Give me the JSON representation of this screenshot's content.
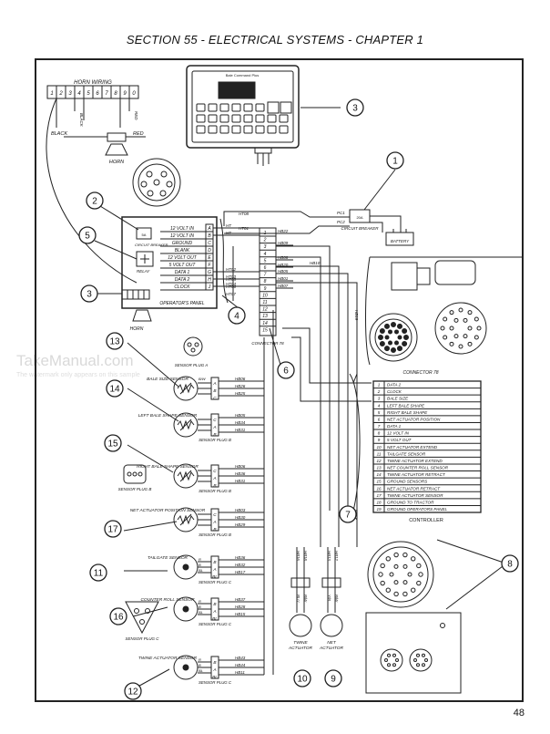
{
  "header": {
    "title": "SECTION 55 - ELECTRICAL SYSTEMS - CHAPTER 1"
  },
  "page_number": "48",
  "watermark": {
    "main": "TakeManual.com",
    "sub": "The watermark only appears on this sample"
  },
  "horn_wiring": {
    "title": "HORN WIRING",
    "cells": [
      "1",
      "2",
      "3",
      "4",
      "5",
      "6",
      "7",
      "8",
      "9",
      "0"
    ],
    "wire_black_top": "BLACK",
    "wire_red_top": "RED",
    "wire_black": "BLACK",
    "wire_red": "RED",
    "horn_label": "HORN"
  },
  "operators_panel": {
    "label": "OPERATOR'S PANEL",
    "breaker": "CIRCUIT BREAKER",
    "breaker_rating": "5A",
    "relay": "RELAY",
    "rows": [
      {
        "label": "12 VOLT IN",
        "pin": "A",
        "wire": "HT"
      },
      {
        "label": "12 VOLT IN",
        "pin": "B",
        "wire": "HT"
      },
      {
        "label": "GROUND",
        "pin": "C",
        "wire": ""
      },
      {
        "label": "BLANK",
        "pin": "D",
        "wire": ""
      },
      {
        "label": "12 VOLT OUT",
        "pin": "E",
        "wire": ""
      },
      {
        "label": "5 VOLT OUT",
        "pin": "F",
        "wire": ""
      },
      {
        "label": "DATA 1",
        "pin": "G",
        "wire": "HT02"
      },
      {
        "label": "DATA 2",
        "pin": "H",
        "wire": "HT03"
      },
      {
        "label": "CLOCK",
        "pin": "J",
        "wire": "HT04"
      }
    ],
    "extra_wires": [
      "HT05",
      "HT06",
      "HT07",
      "HT01",
      "HT08"
    ]
  },
  "circuit_breaker": {
    "label": "CIRCUIT BREAKER",
    "rating": "20A",
    "wires": [
      "PC1",
      "PC2"
    ]
  },
  "battery": {
    "label": "BATTERY"
  },
  "connector_78": {
    "label": "CONNECTOR 78",
    "pins": [
      "1",
      "2",
      "3",
      "4",
      "5",
      "6",
      "7",
      "8",
      "9",
      "10",
      "11",
      "12",
      "13",
      "14",
      "15"
    ],
    "wires": [
      "HB22",
      "HB09",
      "HB08",
      "HB20",
      "HB05",
      "HB01",
      "HB07"
    ],
    "hb10": "HB10",
    "hb19": "HB19",
    "photo_label": "CONNECTOR 78"
  },
  "sensor_plug_a": "SENSOR PLUG A",
  "sensors": [
    {
      "name": "BALE SIZE SENSOR",
      "plug": "",
      "pins": [
        "A",
        "B",
        "C"
      ],
      "wires": [
        "HB06",
        "HB26",
        "HB25"
      ],
      "extra": "B/W"
    },
    {
      "name": "LEFT BALE SHAPE SENSOR",
      "plug": "SENSOR PLUG B",
      "pins": [
        "C",
        "A",
        "B"
      ],
      "wires": [
        "HB05",
        "HB34",
        "HB31"
      ]
    },
    {
      "name": "RIGHT BALE SHAPE SENSOR",
      "plug": "SENSOR PLUG B",
      "pins": [
        "C",
        "A",
        "B"
      ],
      "wires": [
        "HB06",
        "HB36",
        "HB31"
      ]
    },
    {
      "name": "NET ACTUATOR POSITION SENSOR",
      "plug": "SENSOR PLUG B",
      "pins": [
        "C",
        "A",
        "B"
      ],
      "wires": [
        "HB03",
        "HB30",
        "HB29"
      ]
    },
    {
      "name": "TAILGATE SENSOR",
      "plug": "SENSOR PLUG C",
      "pins": [
        "B",
        "A",
        "BL"
      ],
      "wires": [
        "HB36",
        "HB32",
        "HB17"
      ],
      "extra2": [
        "R",
        "B",
        "BL"
      ]
    },
    {
      "name": "COUNTER ROLL SENSOR",
      "plug": "SENSOR PLUG C",
      "pins": [
        "B",
        "A",
        "BL"
      ],
      "wires": [
        "HB37",
        "HB28",
        "HB15"
      ],
      "extra2": [
        "R",
        "B",
        "BL"
      ]
    },
    {
      "name": "TWINE ACTUATOR SENSOR",
      "plug": "SENSOR PLUG C",
      "pins": [
        "B",
        "A",
        "BL"
      ],
      "wires": [
        "HB43",
        "HB44",
        "HB11"
      ],
      "extra2": [
        "R",
        "B",
        "BL"
      ]
    }
  ],
  "sensor_plug_b": "SENSOR PLUG B",
  "sensor_plug_c": "SENSOR PLUG C",
  "controller": {
    "label": "CONTROLLER",
    "rows": [
      {
        "n": "1",
        "t": "DATA 2"
      },
      {
        "n": "2",
        "t": "CLOCK"
      },
      {
        "n": "3",
        "t": "BALE SIZE"
      },
      {
        "n": "4",
        "t": "LEFT BALE SHAPE"
      },
      {
        "n": "5",
        "t": "RIGHT BALE SHAPE"
      },
      {
        "n": "6",
        "t": "NET ACTUATOR POSITION"
      },
      {
        "n": "7",
        "t": "DATA 1"
      },
      {
        "n": "8",
        "t": "12 VOLT IN"
      },
      {
        "n": "9",
        "t": "5 VOLT OUT"
      },
      {
        "n": "10",
        "t": "NET ACTUATOR EXTEND"
      },
      {
        "n": "11",
        "t": "TAILGATE SENSOR"
      },
      {
        "n": "12",
        "t": "TWINE ACTUATOR EXTEND"
      },
      {
        "n": "13",
        "t": "NET COUNTER ROLL SENSOR"
      },
      {
        "n": "14",
        "t": "TWINE ACTUATOR RETRACT"
      },
      {
        "n": "15",
        "t": "GROUND SENSORS"
      },
      {
        "n": "16",
        "t": "NET ACTUATOR RETRACT"
      },
      {
        "n": "17",
        "t": "TWINE ACTUATOR SENSOR"
      },
      {
        "n": "18",
        "t": "GROUND TO TRACTOR"
      },
      {
        "n": "19",
        "t": "GROUND OPERATORS PANEL"
      }
    ]
  },
  "actuators": [
    {
      "name": "TWINE ACTUATOR",
      "wires": [
        "HB16",
        "HB18"
      ],
      "colors": [
        "BLU",
        "B/W"
      ]
    },
    {
      "name": "NET ACTUATOR",
      "wires": [
        "HB13",
        "HB12"
      ],
      "colors": [
        "Y/B",
        "B/W"
      ]
    }
  ],
  "monitor": {
    "brand": "Bale Command Plus"
  },
  "callouts": [
    "1",
    "2",
    "3",
    "4",
    "5",
    "6",
    "7",
    "8",
    "9",
    "10",
    "11",
    "12",
    "13",
    "14",
    "15",
    "16",
    "17"
  ]
}
